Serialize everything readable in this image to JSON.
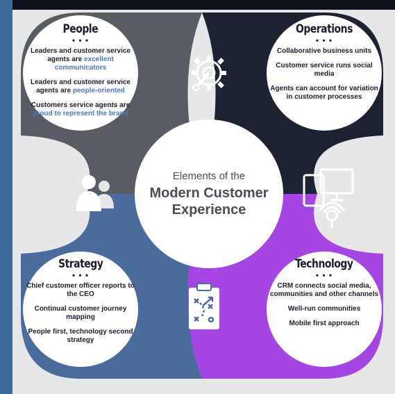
{
  "title": {
    "line1": "Elements of the",
    "line2": "Modern Customer",
    "line3": "Experience"
  },
  "colors": {
    "people": "#5a5c63",
    "operations": "#1d2233",
    "strategy": "#4a6c9c",
    "technology": "#a646e2",
    "accent_text": "#4b7ab8"
  },
  "sections": {
    "people": {
      "title": "People",
      "dots": "• • •",
      "items": [
        {
          "text": "Leaders and customer service agents are ",
          "accent": "excellent communicators"
        },
        {
          "text": "Leaders and customer service agents are ",
          "accent": "people-oriented"
        },
        {
          "text": "Customers service agents are ",
          "accent": "proud to represent the brand"
        }
      ],
      "icon": "people-group-icon"
    },
    "operations": {
      "title": "Operations",
      "dots": "• • •",
      "items": [
        "Collaborative business units",
        "Customer service runs social media",
        "Agents can account for variation in customer processes"
      ],
      "icon": "gear-wrench-icon"
    },
    "strategy": {
      "title": "Strategy",
      "dots": "• • •",
      "items": [
        "Chief customer officer reports to the CEO",
        "Continual customer journey mapping",
        "People first, technology second strategy"
      ],
      "icon": "clipboard-plan-icon"
    },
    "technology": {
      "title": "Technology",
      "dots": "• • •",
      "items": [
        "CRM connects social media, communities and other channels",
        "Well-run communities",
        "Mobile first approach"
      ],
      "icon": "devices-icon"
    }
  }
}
